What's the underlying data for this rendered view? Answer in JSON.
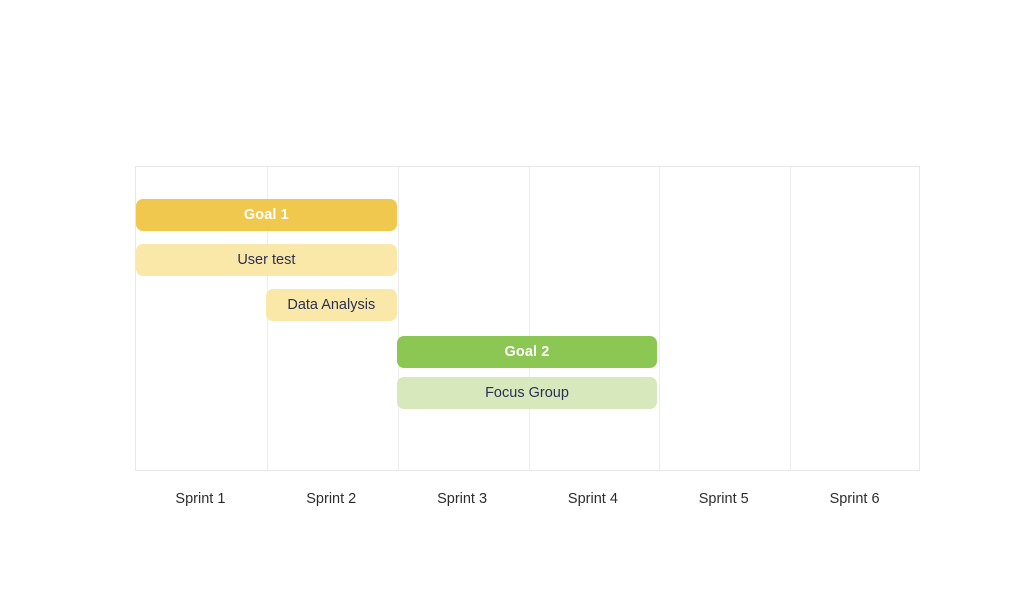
{
  "chart_data": {
    "type": "bar",
    "subtype": "gantt",
    "title": "",
    "xlabel": "",
    "ylabel": "",
    "grid": true,
    "legend_position": "none",
    "categories": [
      "Sprint 1",
      "Sprint 2",
      "Sprint 3",
      "Sprint 4",
      "Sprint 5",
      "Sprint 6"
    ],
    "xlim": [
      1,
      7
    ],
    "x_axis_unit": "sprint",
    "tasks": [
      {
        "label": "Goal 1",
        "kind": "goal",
        "start_sprint": 1,
        "end_sprint": 3,
        "duration_sprints": 2,
        "row": 1,
        "color": "#efc84d",
        "text_color": "#ffffff"
      },
      {
        "label": "User test",
        "kind": "task",
        "start_sprint": 1,
        "end_sprint": 3,
        "duration_sprints": 2,
        "row": 2,
        "color": "#fae8a8",
        "text_color": "#2b3053"
      },
      {
        "label": "Data Analysis",
        "kind": "task",
        "start_sprint": 2,
        "end_sprint": 3,
        "duration_sprints": 1,
        "row": 3,
        "color": "#fae8a8",
        "text_color": "#2b3053"
      },
      {
        "label": "Goal 2",
        "kind": "goal",
        "start_sprint": 3,
        "end_sprint": 5,
        "duration_sprints": 2,
        "row": 4,
        "color": "#8cc653",
        "text_color": "#ffffff"
      },
      {
        "label": "Focus Group",
        "kind": "task",
        "start_sprint": 3,
        "end_sprint": 5,
        "duration_sprints": 2,
        "row": 5,
        "color": "#d7e9bc",
        "text_color": "#2b3053"
      }
    ]
  },
  "axis": {
    "ticks": [
      {
        "label": "Sprint 1"
      },
      {
        "label": "Sprint 2"
      },
      {
        "label": "Sprint 3"
      },
      {
        "label": "Sprint 4"
      },
      {
        "label": "Sprint 5"
      },
      {
        "label": "Sprint 6"
      }
    ]
  },
  "bars": [
    {
      "label": "Goal 1"
    },
    {
      "label": "User test"
    },
    {
      "label": "Data Analysis"
    },
    {
      "label": "Goal 2"
    },
    {
      "label": "Focus Group"
    }
  ],
  "colors": {
    "goal_primary": "#efc84d",
    "task_primary": "#fae8a8",
    "goal_secondary": "#8cc653",
    "task_secondary": "#d7e9bc",
    "grid_line": "#ececee",
    "grid_border": "#e8e8ea",
    "label_text": "#2d2d2d",
    "bar_dark_text": "#2b3053",
    "bar_light_text": "#ffffff",
    "background": "#ffffff"
  }
}
